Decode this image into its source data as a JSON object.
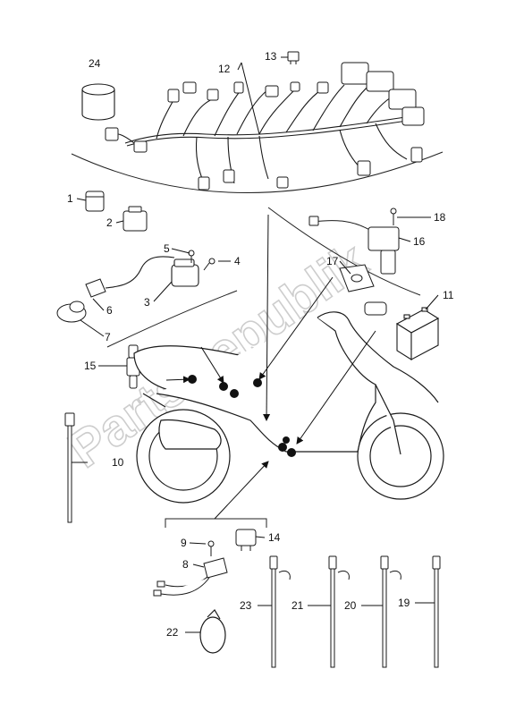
{
  "diagram": {
    "part_numbers": {
      "p1": "1",
      "p2": "2",
      "p3": "3",
      "p4": "4",
      "p5": "5",
      "p6": "6",
      "p7": "7",
      "p8": "8",
      "p9": "9",
      "p10": "10",
      "p11": "11",
      "p12": "12",
      "p13": "13",
      "p14": "14",
      "p15": "15",
      "p16": "16",
      "p17": "17",
      "p18": "18",
      "p19": "19",
      "p20": "20",
      "p21": "21",
      "p22": "22",
      "p23": "23",
      "p24": "24"
    },
    "watermark": "PartsRepublik",
    "line_color": "#1a1a1a",
    "watermark_color": "#c8c8c8"
  }
}
